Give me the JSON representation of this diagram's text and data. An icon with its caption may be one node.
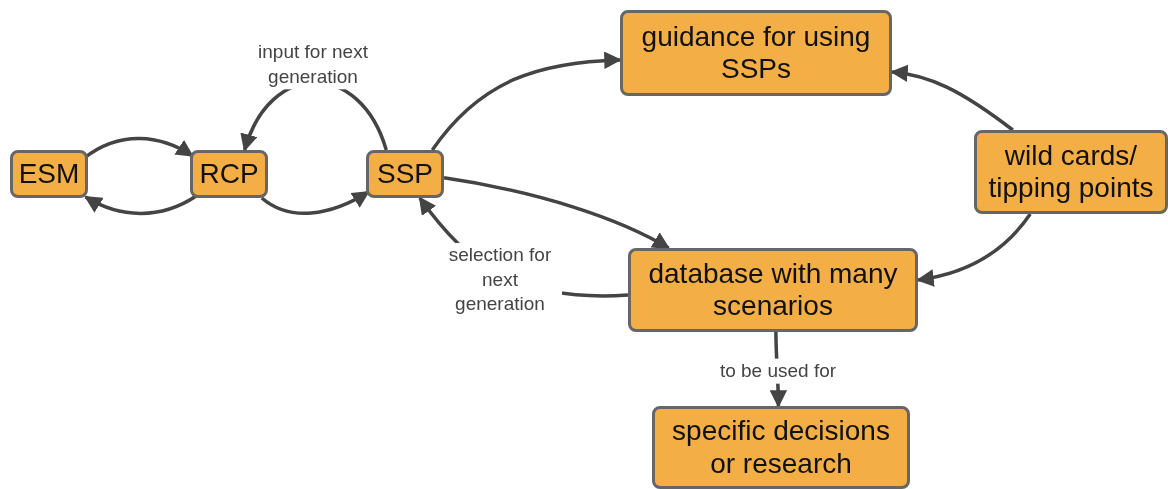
{
  "diagram": {
    "nodes": [
      {
        "text": [
          "ESM"
        ]
      },
      {
        "text": [
          "RCP"
        ]
      },
      {
        "text": [
          "SSP"
        ]
      },
      {
        "text": [
          "guidance for using SSPs"
        ]
      },
      {
        "text": [
          "wild cards/ tipping points"
        ]
      },
      {
        "text": [
          "database with many scenarios"
        ]
      },
      {
        "text": [
          "specific decisions or research"
        ]
      }
    ],
    "edges": [
      {
        "from": 0,
        "to": 1,
        "arrow": "to"
      },
      {
        "from": 1,
        "to": 0,
        "arrow": "to"
      },
      {
        "from": 1,
        "to": 2,
        "arrow": "to"
      },
      {
        "from": 2,
        "to": 1,
        "arrow": "to",
        "label": "input for next generation"
      },
      {
        "from": 5,
        "to": 2,
        "arrow": "to",
        "label": "selection for next generation"
      },
      {
        "from": 2,
        "to": 3,
        "arrow": "to"
      },
      {
        "from": 2,
        "to": 5,
        "arrow": "to"
      },
      {
        "from": 4,
        "to": 3,
        "arrow": "to"
      },
      {
        "from": 4,
        "to": 5,
        "arrow": "to"
      },
      {
        "from": 5,
        "to": 6,
        "arrow": "to",
        "label": "to be used for"
      }
    ]
  }
}
